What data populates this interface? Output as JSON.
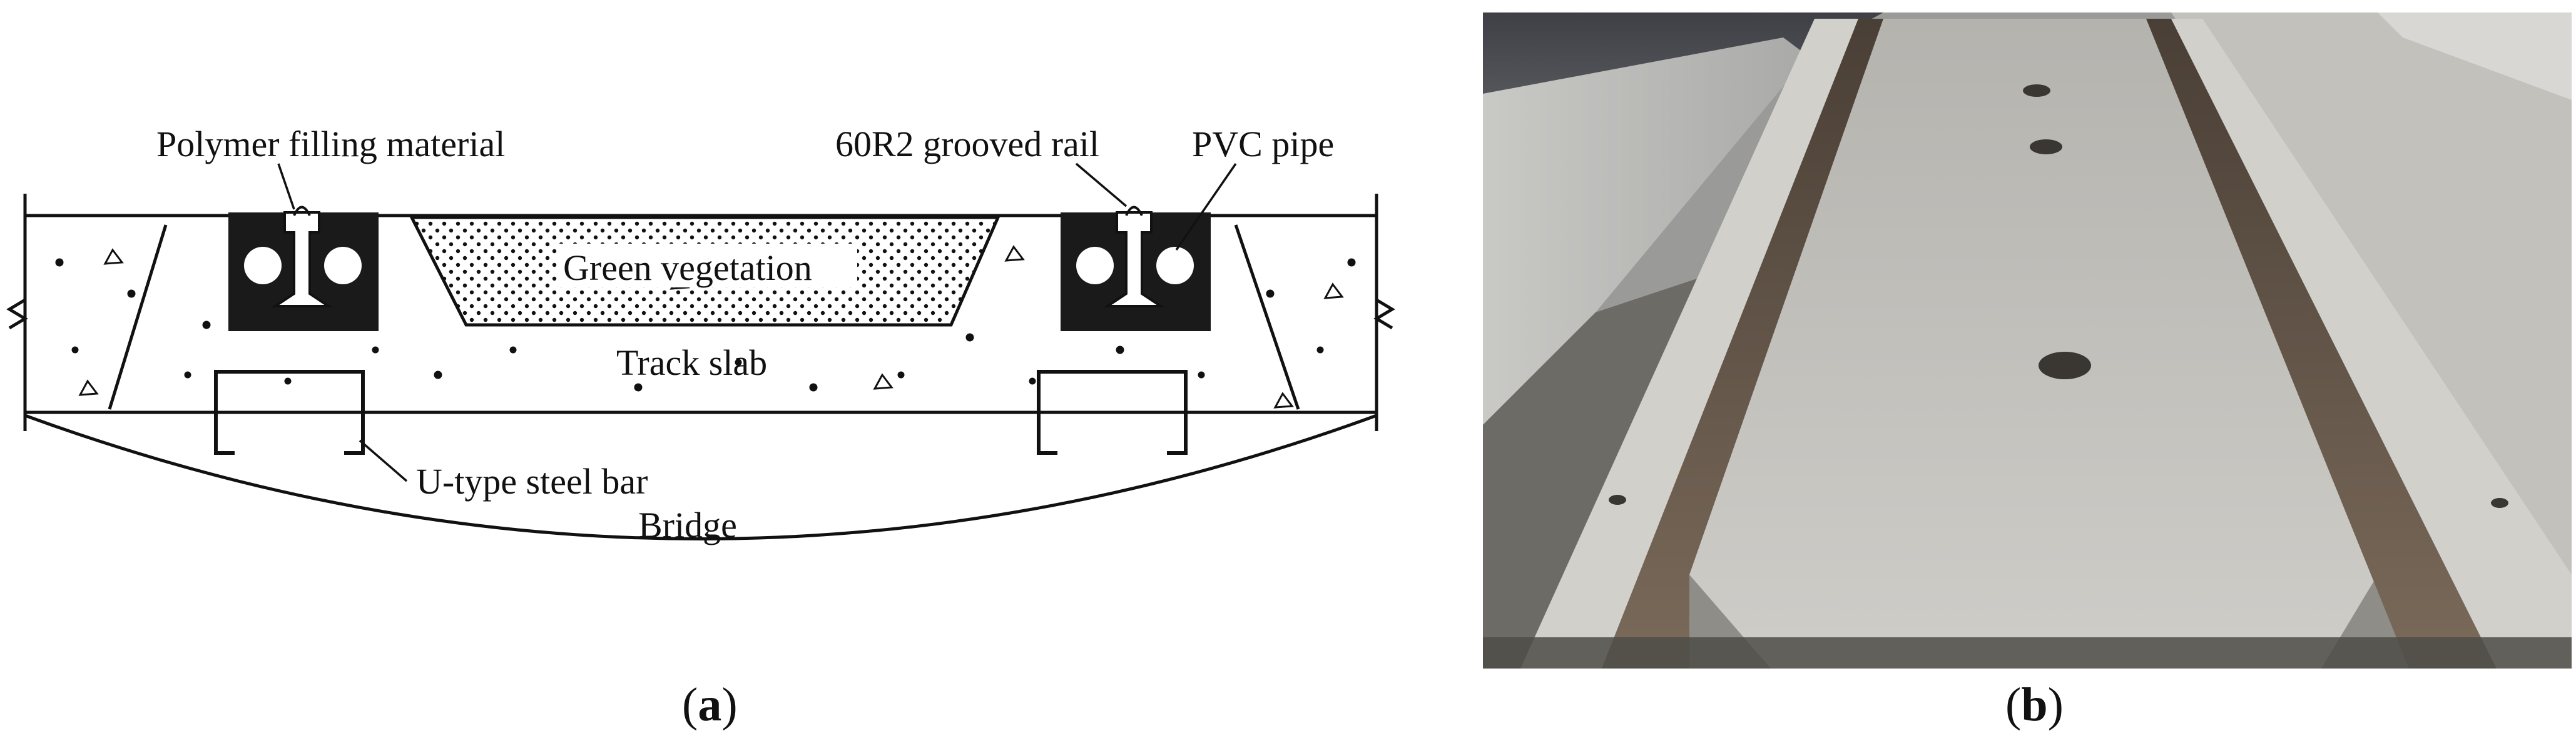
{
  "panel_a": {
    "labels": {
      "polymer": "Polymer filling material",
      "rail": "60R2 grooved rail",
      "pvc": "PVC pipe",
      "vegetation": "Green vegetation",
      "slab": "Track slab",
      "steel": "U-type steel bar",
      "bridge": "Bridge"
    },
    "caption": "a"
  },
  "panel_b": {
    "caption": "b"
  },
  "colors": {
    "ink": "#111111",
    "concrete": "#c9c9c7",
    "dark_block": "#1a1a1a"
  }
}
